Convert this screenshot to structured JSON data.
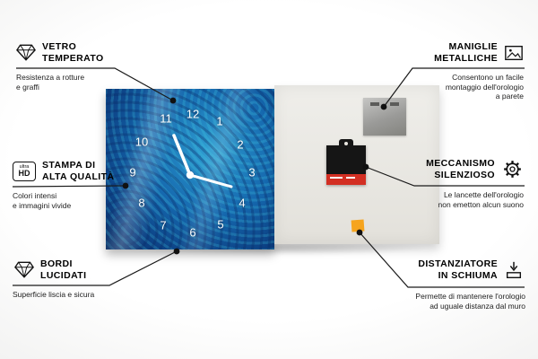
{
  "callouts": {
    "vetro_temperato": {
      "icon": "diamond-icon",
      "title1": "VETRO",
      "title2": "TEMPERATO",
      "sub1": "Resistenza a rotture",
      "sub2": "e graffi"
    },
    "stampa_alta_qualita": {
      "icon": "ultra-hd-icon",
      "icon_label1": "ultra",
      "icon_label2": "HD",
      "title1": "STAMPA DI",
      "title2": "ALTA QUALITÀ",
      "sub1": "Colori intensi",
      "sub2": "e immagini vivide"
    },
    "bordi_lucidati": {
      "icon": "gem-icon",
      "title1": "BORDI",
      "title2": "LUCIDATI",
      "sub1": "Superficie liscia e sicura"
    },
    "maniglie_metalliche": {
      "icon": "picture-frame-icon",
      "title1": "MANIGLIE",
      "title2": "METALLICHE",
      "sub1": "Consentono un facile",
      "sub2": "montaggio dell'orologio",
      "sub3": "a parete"
    },
    "meccanismo_silenzioso": {
      "icon": "gear-icon",
      "title1": "MECCANISMO",
      "title2": "SILENZIOSO",
      "sub1": "Le lancette dell'orologio",
      "sub2": "non emetton alcun suono"
    },
    "distanziatore_schiuma": {
      "icon": "spacer-icon",
      "title1": "DISTANZIATORE",
      "title2": "IN SCHIUMA",
      "sub1": "Permette di mantenere l'orologio",
      "sub2": "ad uguale distanza dal muro"
    }
  },
  "clock": {
    "numbers": [
      "12",
      "1",
      "2",
      "3",
      "4",
      "5",
      "6",
      "7",
      "8",
      "9",
      "10",
      "11"
    ],
    "face_primary_color": "#1467ae",
    "face_accent_color": "#2bbbd8",
    "hands_color": "#ffffff"
  },
  "back_panel": {
    "panel_color": "#e8e6e0",
    "plate_color": "#9a9a98",
    "mechanism_color": "#151515",
    "label_color": "#d32f23",
    "foam_color": "#f6a41d"
  },
  "connector_color": "#1a1a1a"
}
